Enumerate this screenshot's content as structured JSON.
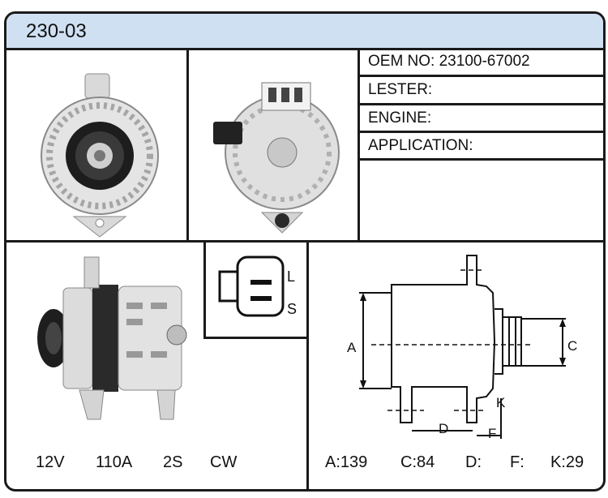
{
  "header": {
    "title": "230-03"
  },
  "specs": {
    "oem_no": "OEM NO: 23100-67002",
    "lester": "LESTER:",
    "engine": "ENGINE:",
    "application": "APPLICATION:"
  },
  "connector": {
    "pin_top": "L",
    "pin_bottom": "S"
  },
  "ratings": {
    "voltage": "12V",
    "amperage": "110A",
    "groove": "2S",
    "rotation": "CW"
  },
  "diagram": {
    "label_a": "A",
    "label_c": "C",
    "label_d": "D",
    "label_f": "F",
    "label_k": "K"
  },
  "dimensions": {
    "a": "A:139",
    "c": "C:84",
    "d": "D:",
    "f": "F:",
    "k": "K:29"
  },
  "colors": {
    "header_bg": "#cfe0f2",
    "border": "#1a1a1a"
  }
}
